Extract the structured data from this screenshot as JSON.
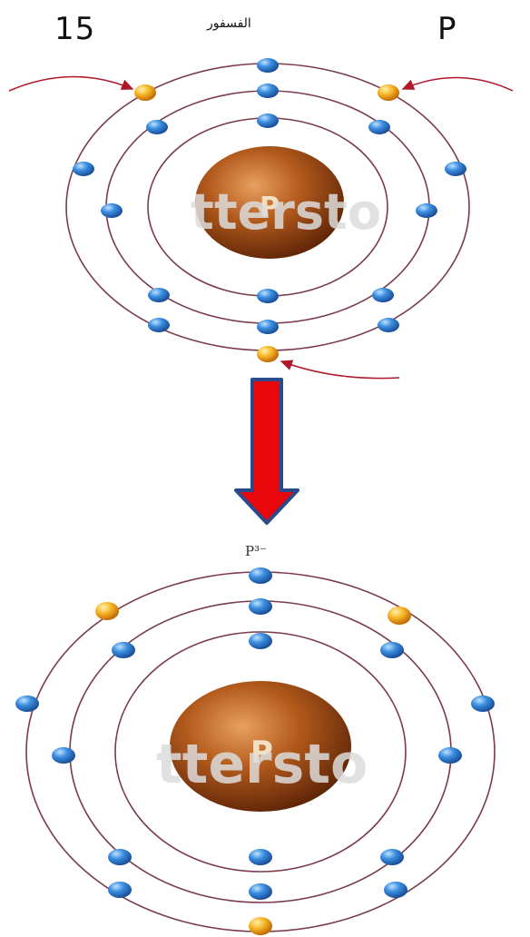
{
  "header": {
    "atomic_number": "15",
    "element_name": "الفسفور",
    "element_symbol": "P"
  },
  "diagram_top": {
    "nucleus_label": "P",
    "watermark": "ttersto"
  },
  "diagram_bottom": {
    "ion_label": "P³⁻",
    "nucleus_label": "P",
    "watermark": "ttersto"
  },
  "colors": {
    "arrow_fill": "#e8070b",
    "arrow_outline": "#2b4a8b",
    "orbit": "#7a3b4a",
    "electron": "#2f7fd0",
    "gained_electron": "#f0a020",
    "nucleus": "#9a4a14",
    "pointer_arrow": "#b0182a"
  }
}
